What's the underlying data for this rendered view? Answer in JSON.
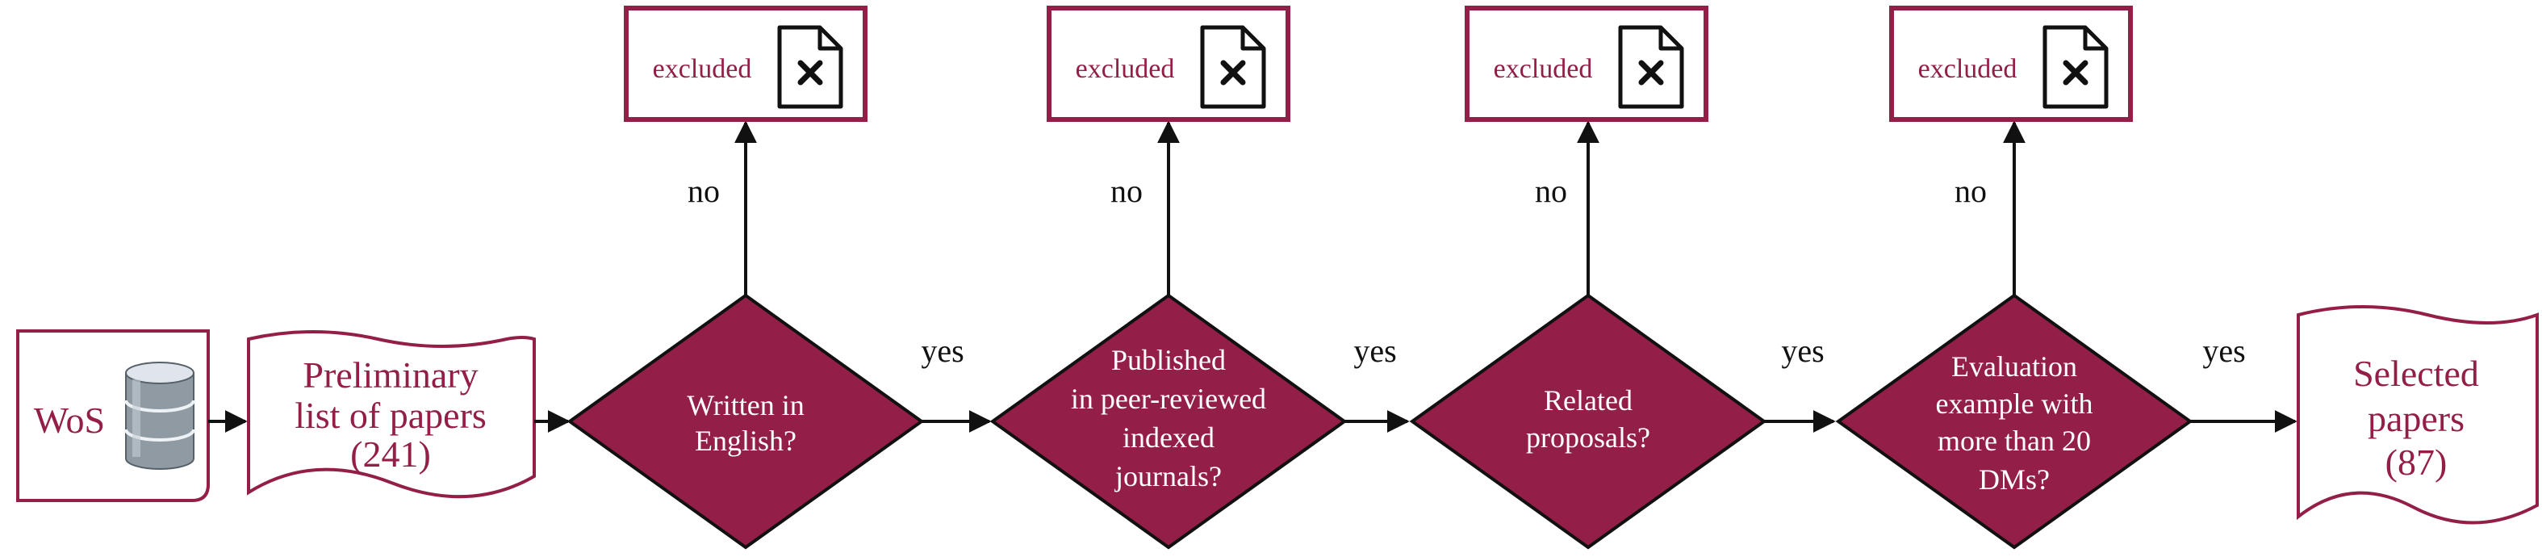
{
  "colors": {
    "accent": "#931e48",
    "line": "#111111",
    "diamond_text": "#ffffff"
  },
  "source": {
    "label": "WoS",
    "icon": "database-icon"
  },
  "preliminary": {
    "lines": [
      "Preliminary",
      "list of papers",
      "(241)"
    ]
  },
  "decisions": [
    {
      "lines": [
        "Written in",
        "English?"
      ],
      "yes_label": "yes",
      "no_label": "no",
      "excluded_label": "excluded",
      "excluded_icon": "excluded-document-icon"
    },
    {
      "lines": [
        "Published",
        "in peer-reviewed",
        "indexed",
        "journals?"
      ],
      "yes_label": "yes",
      "no_label": "no",
      "excluded_label": "excluded",
      "excluded_icon": "excluded-document-icon"
    },
    {
      "lines": [
        "Related",
        "proposals?"
      ],
      "yes_label": "yes",
      "no_label": "no",
      "excluded_label": "excluded",
      "excluded_icon": "excluded-document-icon"
    },
    {
      "lines": [
        "Evaluation",
        "example with",
        "more than 20",
        "DMs?"
      ],
      "yes_label": "yes",
      "no_label": "no",
      "excluded_label": "excluded",
      "excluded_icon": "excluded-document-icon"
    }
  ],
  "selected": {
    "lines": [
      "Selected",
      "papers",
      "(87)"
    ]
  }
}
